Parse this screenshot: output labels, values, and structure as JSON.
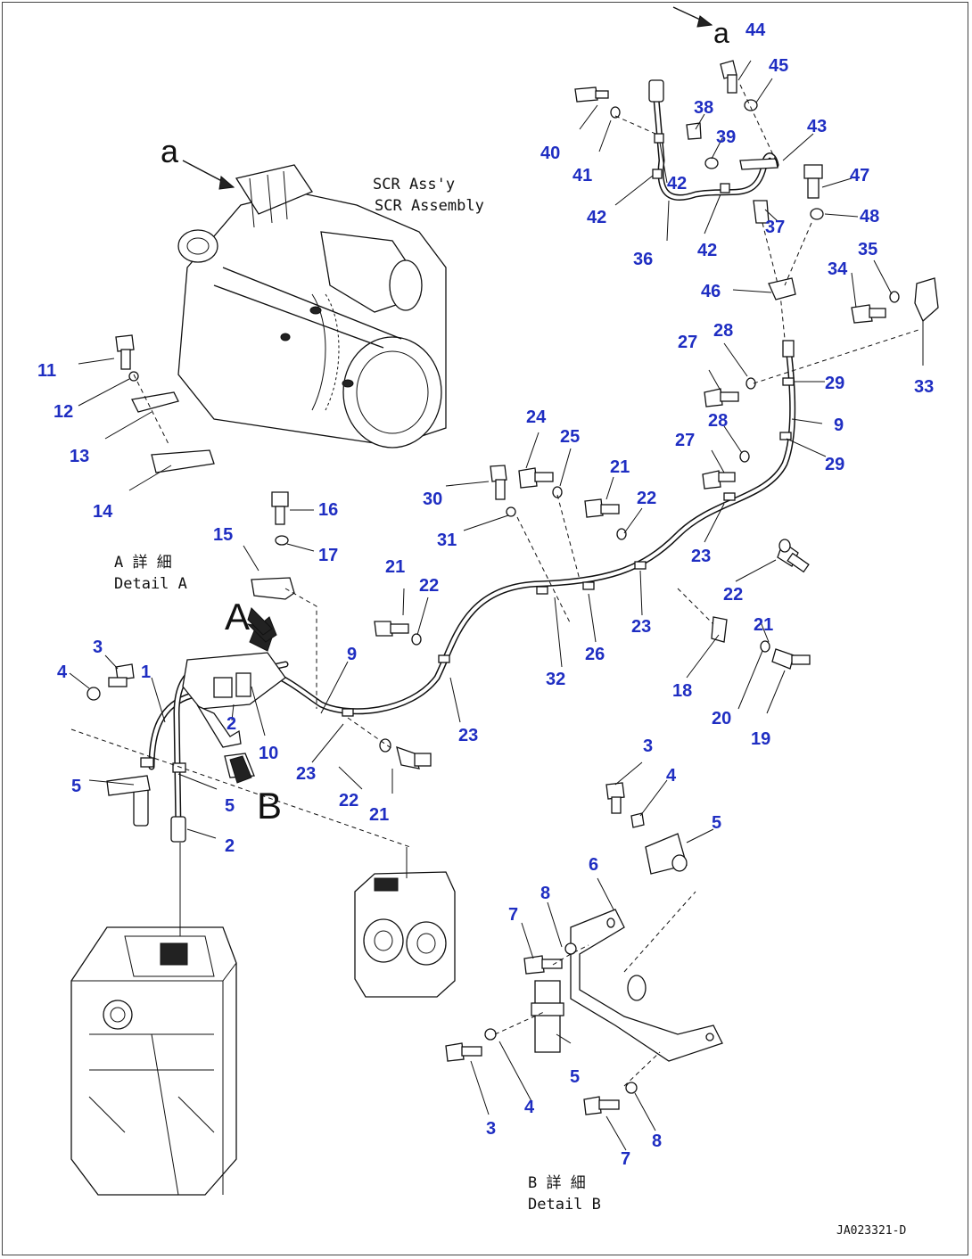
{
  "captions": {
    "scr_assy_jp": "SCR Ass'y",
    "scr_assy_en": "SCR Assembly",
    "detail_a_jp": "A 詳 細",
    "detail_a_en": "Detail A",
    "detail_b_jp": "B 詳 細",
    "detail_b_en": "Detail B",
    "drawing_number": "JA023321-D"
  },
  "view_markers": {
    "a_top": "a",
    "a_left": "a",
    "A": "A",
    "B": "B"
  },
  "callouts": {
    "c1": "1",
    "c2a": "2",
    "c2b": "2",
    "c3a": "3",
    "c3b": "3",
    "c3c": "3",
    "c4a": "4",
    "c4b": "4",
    "c4c": "4",
    "c5a": "5",
    "c5b": "5",
    "c5c": "5",
    "c5d": "5",
    "c6": "6",
    "c7a": "7",
    "c7b": "7",
    "c8a": "8",
    "c8b": "8",
    "c9a": "9",
    "c9b": "9",
    "c10": "10",
    "c11": "11",
    "c12": "12",
    "c13": "13",
    "c14": "14",
    "c15": "15",
    "c16": "16",
    "c17": "17",
    "c18": "18",
    "c19": "19",
    "c20": "20",
    "c21a": "21",
    "c21b": "21",
    "c21c": "21",
    "c21d": "21",
    "c22a": "22",
    "c22b": "22",
    "c22c": "22",
    "c22d": "22",
    "c23a": "23",
    "c23b": "23",
    "c23c": "23",
    "c23d": "23",
    "c24": "24",
    "c25": "25",
    "c26": "26",
    "c27a": "27",
    "c27b": "27",
    "c28a": "28",
    "c28b": "28",
    "c29a": "29",
    "c29b": "29",
    "c30": "30",
    "c31": "31",
    "c32": "32",
    "c33": "33",
    "c34": "34",
    "c35": "35",
    "c36": "36",
    "c37": "37",
    "c38": "38",
    "c39": "39",
    "c40": "40",
    "c41": "41",
    "c42a": "42",
    "c42b": "42",
    "c42c": "42",
    "c43": "43",
    "c44": "44",
    "c45": "45",
    "c46": "46",
    "c47": "47",
    "c48": "48"
  }
}
